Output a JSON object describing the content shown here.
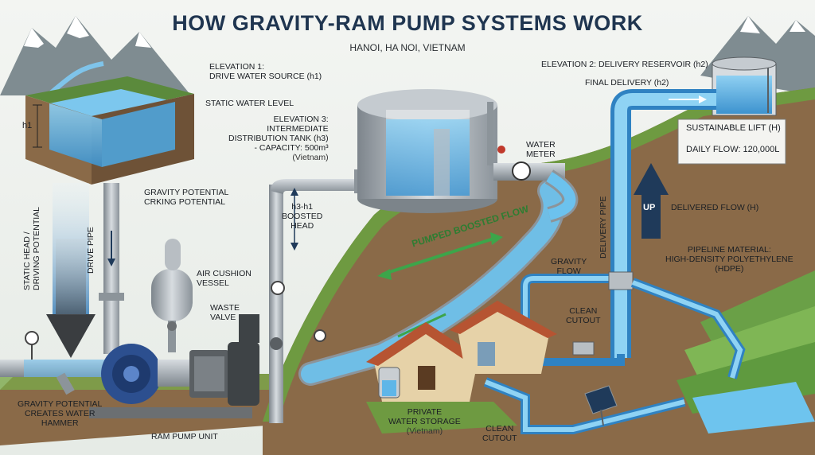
{
  "title": "HOW GRAVITY-RAM PUMP SYSTEMS WORK",
  "subtitle": "HANOI, HA NOI, VIETNAM",
  "labels": {
    "elevation1": [
      "ELEVATION 1:",
      "DRIVE WATER SOURCE (h1)"
    ],
    "static_water_level": "STATIC WATER LEVEL",
    "h1": "h1",
    "gravity_potential": [
      "GRAVITY POTENTIAL",
      "CRKING POTENTIAL"
    ],
    "drive_pipe": "DRIVE PIPE",
    "static_head": [
      "STATIC HEAD /",
      "DRIVING POTENTIAL"
    ],
    "elevation3": [
      "ELEVATION 3:",
      "INTERMEDIATE",
      "DISTRIBUTION TANK (h3)",
      "- CAPACITY: 500m³"
    ],
    "elevation3_note": "(Vietnam)",
    "boosted_head": [
      "h3-h1",
      "BOOSTED",
      "HEAD"
    ],
    "water_meter": [
      "WATER",
      "METER"
    ],
    "elevation2": "ELEVATION 2: DELIVERY RESERVOIR (h2)",
    "final_delivery": "FINAL DELIVERY (h2)",
    "sustainable_lift": "SUSTAINABLE LIFT (H)",
    "daily_flow": "DAILY FLOW: 120,000L",
    "up": "UP",
    "delivered_flow": "DELIVERED FLOW (H)",
    "delivery_pipe": "DELIVERY PIPE",
    "air_cushion": [
      "AIR CUSHION",
      "VESSEL"
    ],
    "waste_valve": [
      "WASTE",
      "VALVE"
    ],
    "pumped_flow": "PUMPED BOOSTED FLOW",
    "gravity_flow": [
      "GRAVITY",
      "FLOW"
    ],
    "clean_cutout_1": [
      "CLEAN",
      "CUTOUT"
    ],
    "pipeline_material": [
      "PIPELINE MATERIAL:",
      "HIGH-DENSITY POLYETHYLENE",
      "(HDPE)"
    ],
    "water_hammer": [
      "GRAVITY POTENTIAL",
      "CREATES WATER",
      "HAMMER"
    ],
    "ram_pump_unit": "RAM PUMP UNIT",
    "private_storage": [
      "PRIVATE",
      "WATER STORAGE"
    ],
    "private_storage_note": "(Vietnam)",
    "clean_cutout_2": [
      "CLEAN",
      "CUTOUT"
    ]
  },
  "colors": {
    "title": "#1f3550",
    "water": "#5fb6e8",
    "pipe_metal": "#a9b0b6",
    "ground": "#8a6a48",
    "grass": "#7aa84a",
    "up_arrow": "#1f3a5a",
    "flow_arrow": "#3da54a"
  },
  "icons": [
    "mountain-icon",
    "pressure-gauge-icon",
    "solar-panel-icon",
    "house-icon",
    "water-meter-icon",
    "valve-icon"
  ]
}
